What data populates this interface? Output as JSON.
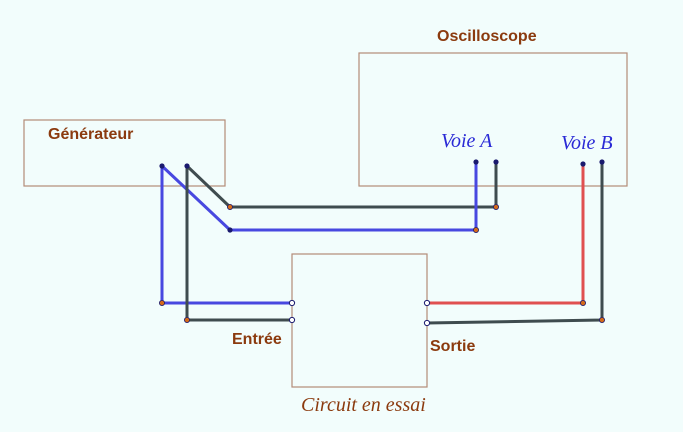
{
  "labels": {
    "generator": "Générateur",
    "oscilloscope": "Oscilloscope",
    "channel_a": "Voie A",
    "channel_b": "Voie B",
    "input": "Entrée",
    "output": "Sortie",
    "circuit": "Circuit en essai"
  },
  "colors": {
    "background": "#f2fdfc",
    "box_border": "#b48c78",
    "label_text": "#8b3a0e",
    "channel_label": "#2a2ad6",
    "wire_blue": "#4848e0",
    "wire_dark": "#3f4c4f",
    "wire_red": "#e05050",
    "node_orange": "#d46a1a",
    "node_navy": "#1a1a6e"
  }
}
